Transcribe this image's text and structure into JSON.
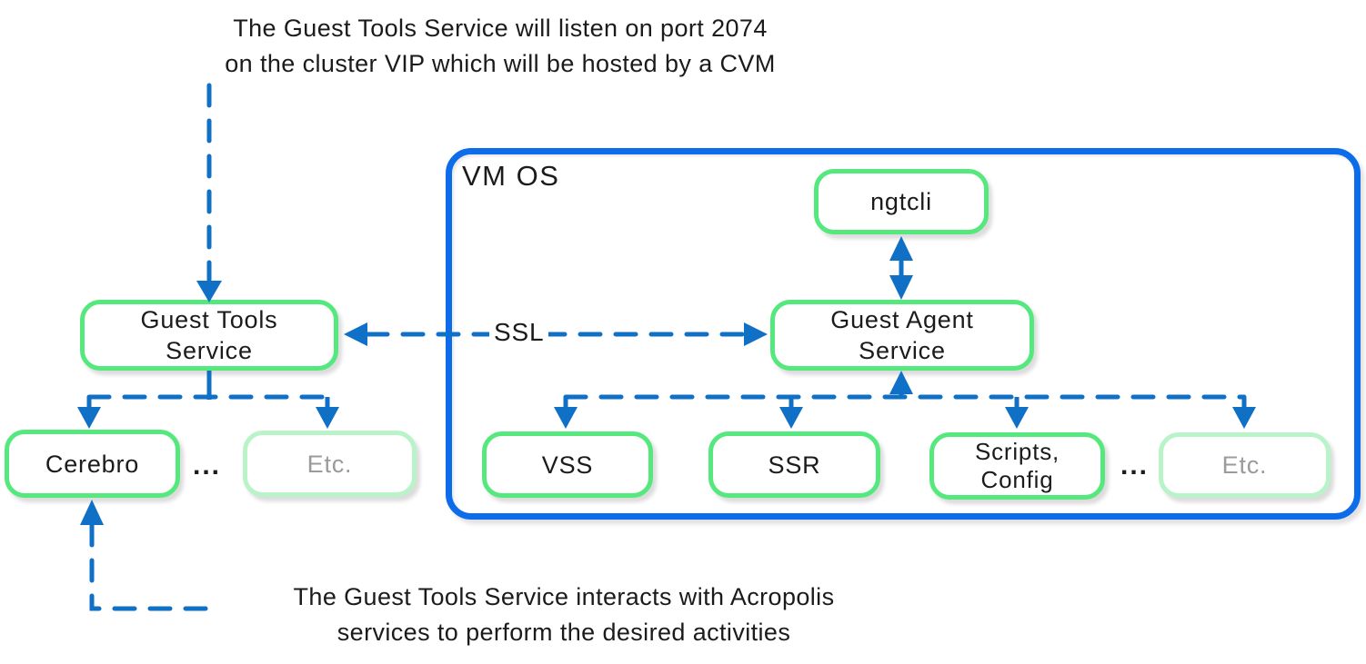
{
  "annotations": {
    "top": "The Guest Tools Service will listen on port 2074\non the cluster VIP which will be hosted by a CVM",
    "bottom": "The Guest Tools Service interacts with Acropolis\nservices to perform the desired activities"
  },
  "labels": {
    "vm_os": "VM OS",
    "ssl": "SSL",
    "dots_left": "...",
    "dots_right": "..."
  },
  "nodes": {
    "guest_tools_service": "Guest Tools\nService",
    "ngtcli": "ngtcli",
    "guest_agent_service": "Guest Agent\nService",
    "cerebro": "Cerebro",
    "etc_left": "Etc.",
    "vss": "VSS",
    "ssr": "SSR",
    "scripts_config": "Scripts,\nConfig",
    "etc_right": "Etc."
  },
  "colors": {
    "node_border_green": "#55e87c",
    "node_border_green_faded": "#b9f3c8",
    "vm_os_border_blue": "#0c6cea",
    "connector_blue": "#0f70c5",
    "text_dark": "#1b1b1b",
    "text_muted": "#9b9b9b"
  }
}
